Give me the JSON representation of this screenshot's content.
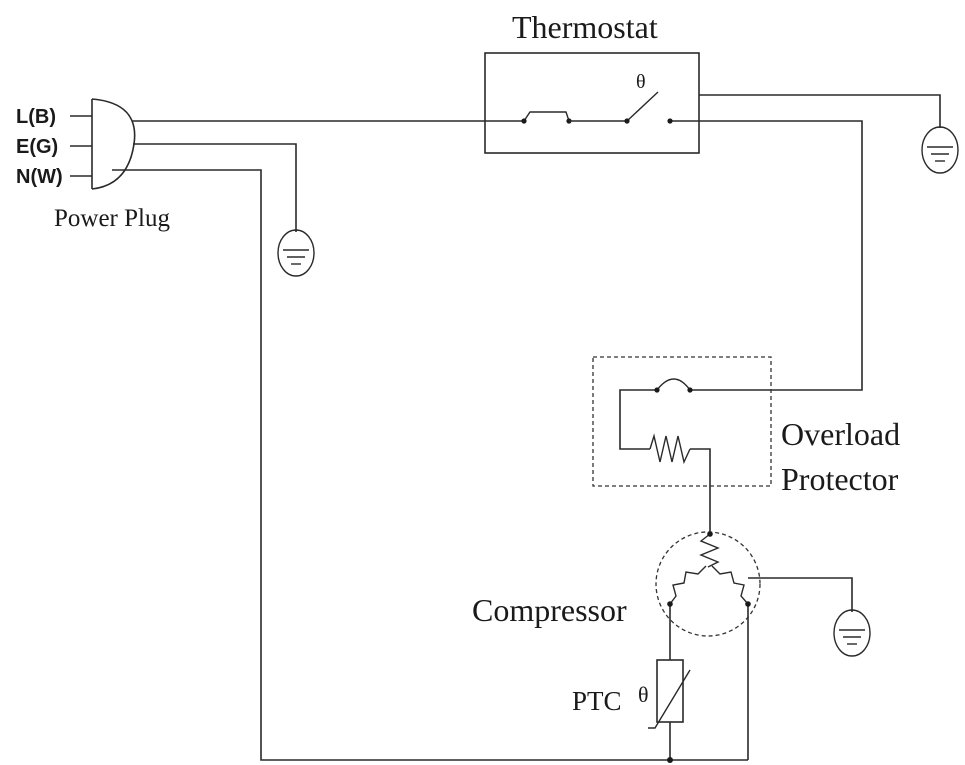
{
  "labels": {
    "thermostat": "Thermostat",
    "thermostat_symbol": "θ",
    "plug_l": "L(B)",
    "plug_e": "E(G)",
    "plug_n": "N(W)",
    "power_plug": "Power Plug",
    "overload_line1": "Overload",
    "overload_line2": "Protector",
    "compressor": "Compressor",
    "ptc": "PTC",
    "ptc_symbol": "θ"
  },
  "icons": {
    "ground": "ground-icon",
    "resistor": "resistor-icon",
    "switch": "switch-icon"
  },
  "colors": {
    "line": "#2a2a2a",
    "background": "#ffffff"
  }
}
